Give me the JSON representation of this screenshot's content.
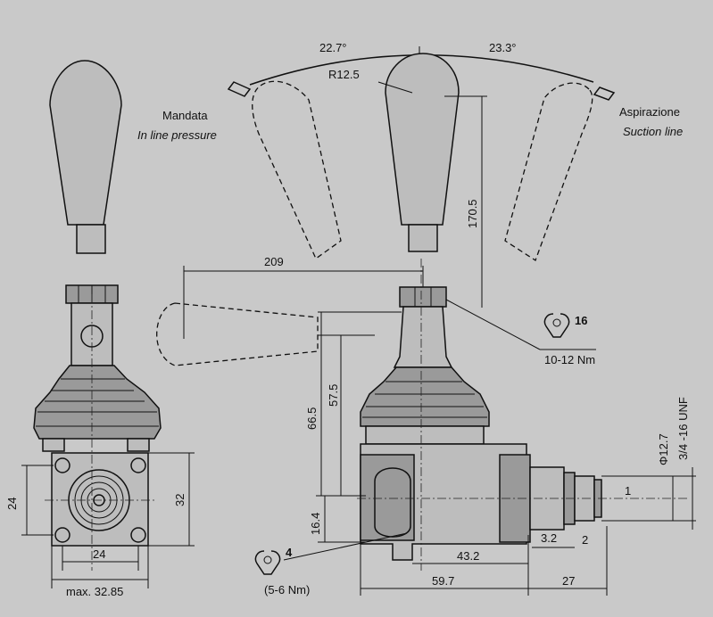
{
  "labels": {
    "delivery_it": "Mandata",
    "delivery_en": "In line pressure",
    "suction_it": "Aspirazione",
    "suction_en": "Suction line"
  },
  "dimensions": {
    "angle_left": "22.7°",
    "angle_right": "23.3°",
    "radius": "R12.5",
    "handle_height": "170.5",
    "lever_length": "209",
    "torque_nut_callout": "16",
    "torque_nut_value": "10-12 Nm",
    "height_total": "66.5",
    "height_body": "57.5",
    "height_base": "16.4",
    "base_width": "24",
    "base_height": "24",
    "base_height_right": "32",
    "max_width": "max. 32.85",
    "torque_base_callout": "4",
    "torque_base_value": "(5-6 Nm)",
    "port_diameter": "Φ12.7",
    "port_thread": "3/4 -16 UNF",
    "port_1": "1",
    "port_2": "2",
    "port_offset": "3.2",
    "body_length": "43.2",
    "overall_length": "59.7",
    "fitting_length": "27"
  }
}
